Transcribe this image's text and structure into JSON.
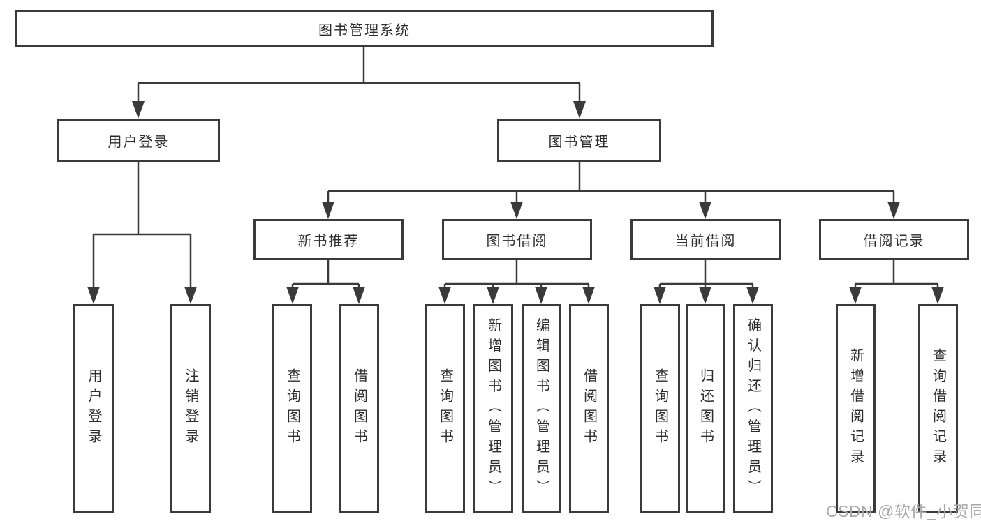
{
  "diagram": {
    "title": "图书管理系统",
    "branches": [
      {
        "label": "用户登录",
        "children": [
          {
            "label": "用户登录"
          },
          {
            "label": "注销登录"
          }
        ]
      },
      {
        "label": "图书管理",
        "children": [
          {
            "label": "新书推荐",
            "children": [
              {
                "label": "查询图书"
              },
              {
                "label": "借阅图书"
              }
            ]
          },
          {
            "label": "图书借阅",
            "children": [
              {
                "label": "查询图书"
              },
              {
                "label": "新增图书（管理员）"
              },
              {
                "label": "编辑图书（管理员）"
              },
              {
                "label": "借阅图书"
              }
            ]
          },
          {
            "label": "当前借阅",
            "children": [
              {
                "label": "查询图书"
              },
              {
                "label": "归还图书"
              },
              {
                "label": "确认归还（管理员）"
              }
            ]
          },
          {
            "label": "借阅记录",
            "children": [
              {
                "label": "新增借阅记录"
              },
              {
                "label": "查询借阅记录"
              }
            ]
          }
        ]
      }
    ]
  },
  "watermark": {
    "text": "CSDN @软件_小贺同学"
  },
  "colors": {
    "line": "#3a3a3a",
    "text": "#2d2d2d",
    "watermark": "#a9a9a9",
    "background": "#ffffff"
  }
}
